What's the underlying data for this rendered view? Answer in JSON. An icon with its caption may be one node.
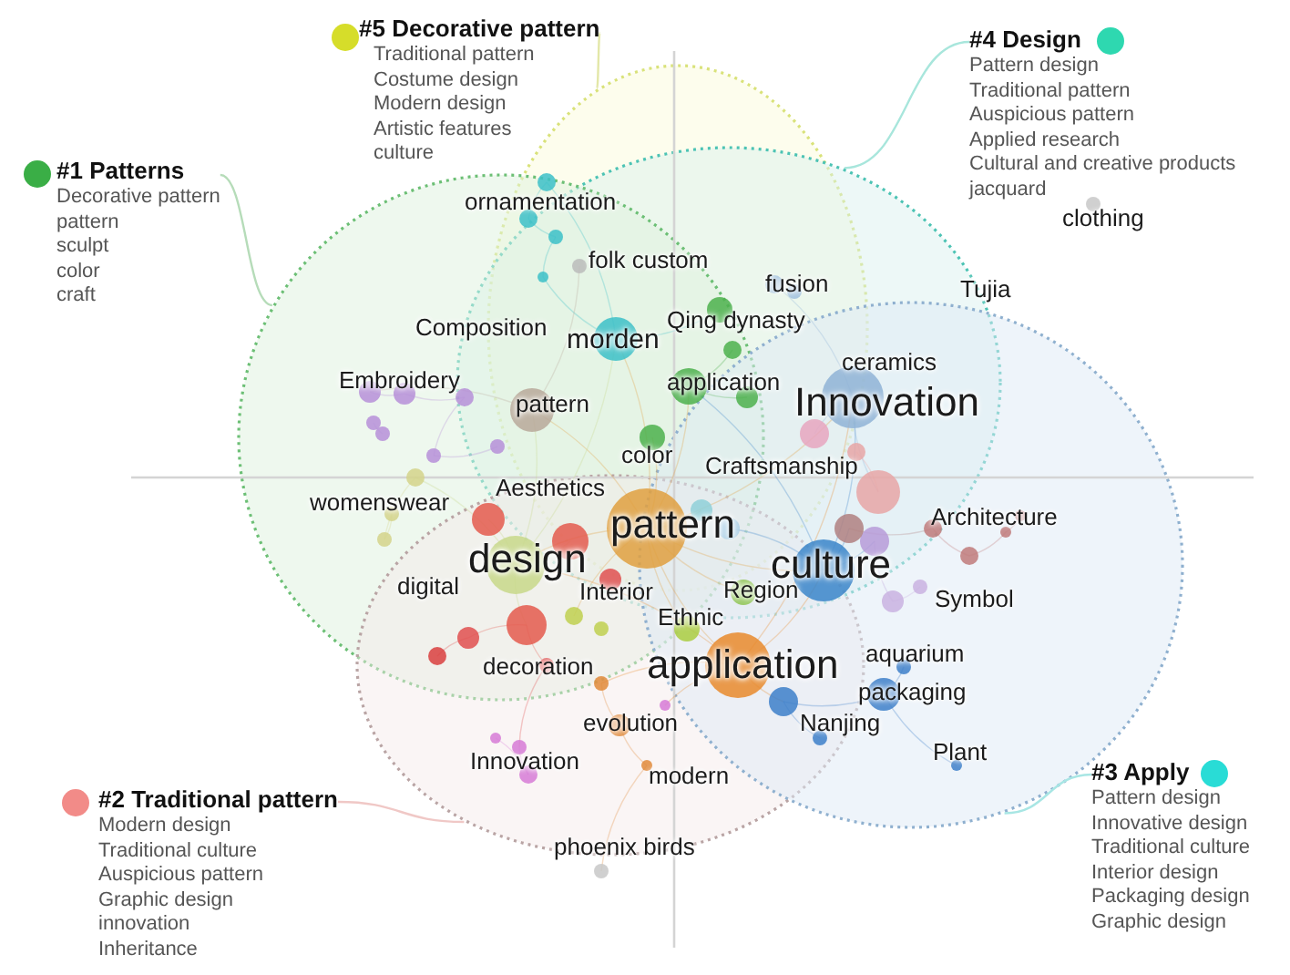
{
  "diagram": {
    "nodes": [
      {
        "text": [
          "#5 Decorative pattern",
          "Traditional pattern",
          "Costume design",
          "Modern design",
          "Artistic features",
          "culture"
        ]
      },
      {
        "text": [
          "#4 Design",
          "Pattern design",
          "Traditional pattern",
          "Auspicious pattern",
          "Applied research",
          "Cultural and creative products",
          "jacquard"
        ]
      },
      {
        "text": [
          "#1 Patterns",
          "Decorative pattern",
          "pattern",
          "sculpt",
          "color",
          "craft"
        ]
      },
      {
        "text": [
          "#2 Traditional pattern",
          "Modern design",
          "Traditional culture",
          "Auspicious pattern",
          "Graphic design",
          "innovation",
          "Inheritance"
        ]
      },
      {
        "text": [
          "#3 Apply",
          "Pattern design",
          "Innovative design",
          "Traditional culture",
          "Interior design",
          "Packaging design",
          "Graphic design"
        ]
      },
      {
        "text": [],
        "shape": "ellipse"
      },
      {
        "text": [],
        "shape": "ellipse"
      },
      {
        "text": [],
        "shape": "ellipse"
      },
      {
        "text": [],
        "shape": "ellipse"
      },
      {
        "text": [],
        "shape": "ellipse"
      }
    ],
    "edges": [
      {
        "from": 0,
        "to": 5,
        "arrow": "none"
      },
      {
        "from": 1,
        "to": 6,
        "arrow": "none"
      },
      {
        "from": 2,
        "to": 7,
        "arrow": "none"
      },
      {
        "from": 3,
        "to": 8,
        "arrow": "none"
      },
      {
        "from": 4,
        "to": 9,
        "arrow": "none"
      }
    ],
    "labels": [
      "clothing",
      "ornamentation",
      "folk custom",
      "fusion",
      "Tujia",
      "Composition",
      "morden",
      "Qing dynasty",
      "Embroidery",
      "application",
      "ceramics",
      "pattern",
      "Innovation",
      "color",
      "Craftsmanship",
      "Aesthetics",
      "womenswear",
      "pattern",
      "Architecture",
      "design",
      "culture",
      "digital",
      "Interior",
      "Region",
      "Symbol",
      "Ethnic",
      "application",
      "aquarium",
      "decoration",
      "packaging",
      "evolution",
      "Nanjing",
      "Innovation",
      "modern",
      "Plant",
      "phoenix birds"
    ]
  }
}
